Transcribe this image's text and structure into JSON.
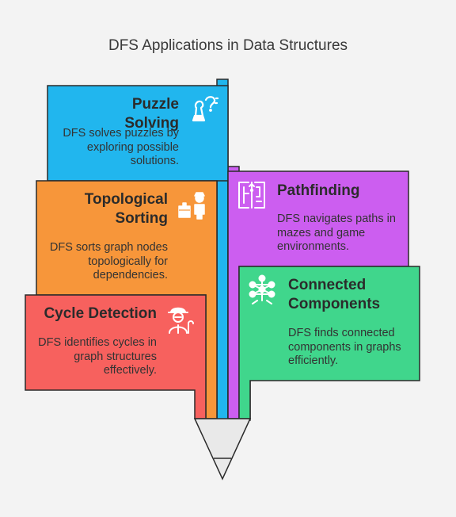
{
  "title": "DFS Applications in Data Structures",
  "colors": {
    "puzzle": "#21b6ee",
    "topological": "#f7963a",
    "cycle": "#f7615e",
    "pathfinding": "#cc5ef0",
    "connected": "#40d68c",
    "tip": "#e9e9e9",
    "outline": "#2a2a2a",
    "background": "#f3f3f3"
  },
  "cards": {
    "puzzle": {
      "heading": "Puzzle Solving",
      "description": "DFS solves puzzles by exploring possible solutions.",
      "icon": "puzzle-chess-icon"
    },
    "topological": {
      "heading": "Topological Sorting",
      "description": "DFS sorts graph nodes topologically for dependencies.",
      "icon": "worker-boxes-icon"
    },
    "cycle": {
      "heading": "Cycle Detection",
      "description": "DFS identifies cycles in graph structures effectively.",
      "icon": "explorer-icon"
    },
    "pathfinding": {
      "heading": "Pathfinding",
      "description": "DFS navigates paths in mazes and game environments.",
      "icon": "maze-icon"
    },
    "connected": {
      "heading": "Connected Components",
      "description": "DFS finds connected components in graphs efficiently.",
      "icon": "atomium-icon"
    }
  }
}
